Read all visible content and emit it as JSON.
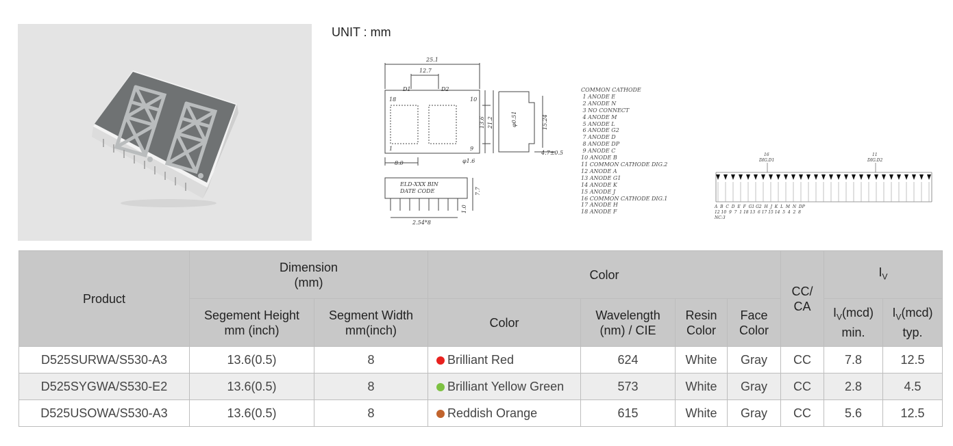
{
  "unit_label": "UNIT : mm",
  "drawing": {
    "dims": {
      "overall_width": "25.1",
      "digit_pitch": "12.7",
      "height_13_6": "13.6",
      "height_21_2": "21.2",
      "width_8": "8.0",
      "dp_dia": "φ1.6",
      "pin_dia": "φ0.51",
      "side_15_24": "15.24",
      "side_4_7": "4.7±0.5",
      "depth_7_7": "7.7",
      "lead_1_0": "1.0",
      "pin_pitch": "2.54*8",
      "d1": "D1",
      "d2": "D2",
      "pin1": "18",
      "pin10": "1",
      "pin_right_top": "10",
      "pin_right_bot": "9"
    },
    "bottom_label_1": "ELD-XXX BIN",
    "bottom_label_2": "DATE  CODE",
    "pin_list": [
      "COMMON CATHODE",
      " 1 ANODE E",
      " 2 ANODE N",
      " 3 NO CONNECT",
      " 4 ANODE M",
      " 5 ANODE L",
      " 6 ANODE G2",
      " 7 ANODE D",
      " 8 ANODE DP",
      " 9 ANODE C",
      "10 ANODE B",
      "11 COMMON CATHODE DIG.2",
      "12 ANODE A",
      "13 ANODE G1",
      "14 ANODE K",
      "15 ANODE J",
      "16 COMMON CATHODE DIG.1",
      "17 ANODE H",
      "18 ANODE F"
    ],
    "circuit": {
      "dig1_pin": "16",
      "dig1_label": "DIG.D1",
      "dig2_pin": "11",
      "dig2_label": "DIG.D2",
      "seg_letters": "A  B  C  D  E  F  G1 G2  H  J  K  L  M  N  DP",
      "seg_pins": "12 10  9  7  1 18 13  6 17 15 14  5  4  2  8",
      "nc": "NC:3"
    }
  },
  "table": {
    "headers": {
      "product": "Product",
      "dimension": "Dimension\n(mm)",
      "color_group": "Color",
      "cc_ca": "CC/\nCA",
      "iv_group_base": "I",
      "iv_group_sub": "V",
      "seg_height": "Segement Height\nmm (inch)",
      "seg_width": "Segment Width\nmm(inch)",
      "color": "Color",
      "wavelength": "Wavelength\n(nm) / CIE",
      "resin": "Resin\nColor",
      "face": "Face\nColor",
      "iv_min_base": "I",
      "iv_min_sub": "V",
      "iv_min_rest": "(mcd)\nmin.",
      "iv_typ_base": "I",
      "iv_typ_sub": "V",
      "iv_typ_rest": "(mcd)\ntyp."
    },
    "rows": [
      {
        "product": "D525SURWA/S530-A3",
        "height": "13.6(0.5)",
        "width": "8",
        "color": "Brilliant Red",
        "dot": "#e8211e",
        "wavelength": "624",
        "resin": "White",
        "face": "Gray",
        "cc": "CC",
        "iv_min": "7.8",
        "iv_typ": "12.5"
      },
      {
        "product": "D525SYGWA/S530-E2",
        "height": "13.6(0.5)",
        "width": "8",
        "color": "Brilliant Yellow Green",
        "dot": "#7dc142",
        "wavelength": "573",
        "resin": "White",
        "face": "Gray",
        "cc": "CC",
        "iv_min": "2.8",
        "iv_typ": "4.5"
      },
      {
        "product": "D525USOWA/S530-A3",
        "height": "13.6(0.5)",
        "width": "8",
        "color": "Reddish Orange",
        "dot": "#c1642d",
        "wavelength": "615",
        "resin": "White",
        "face": "Gray",
        "cc": "CC",
        "iv_min": "5.6",
        "iv_typ": "12.5"
      }
    ]
  },
  "colors": {
    "header_bg": "#c8c8c8",
    "alt_row": "#ededed",
    "photo_bg": "#e4e4e4"
  }
}
